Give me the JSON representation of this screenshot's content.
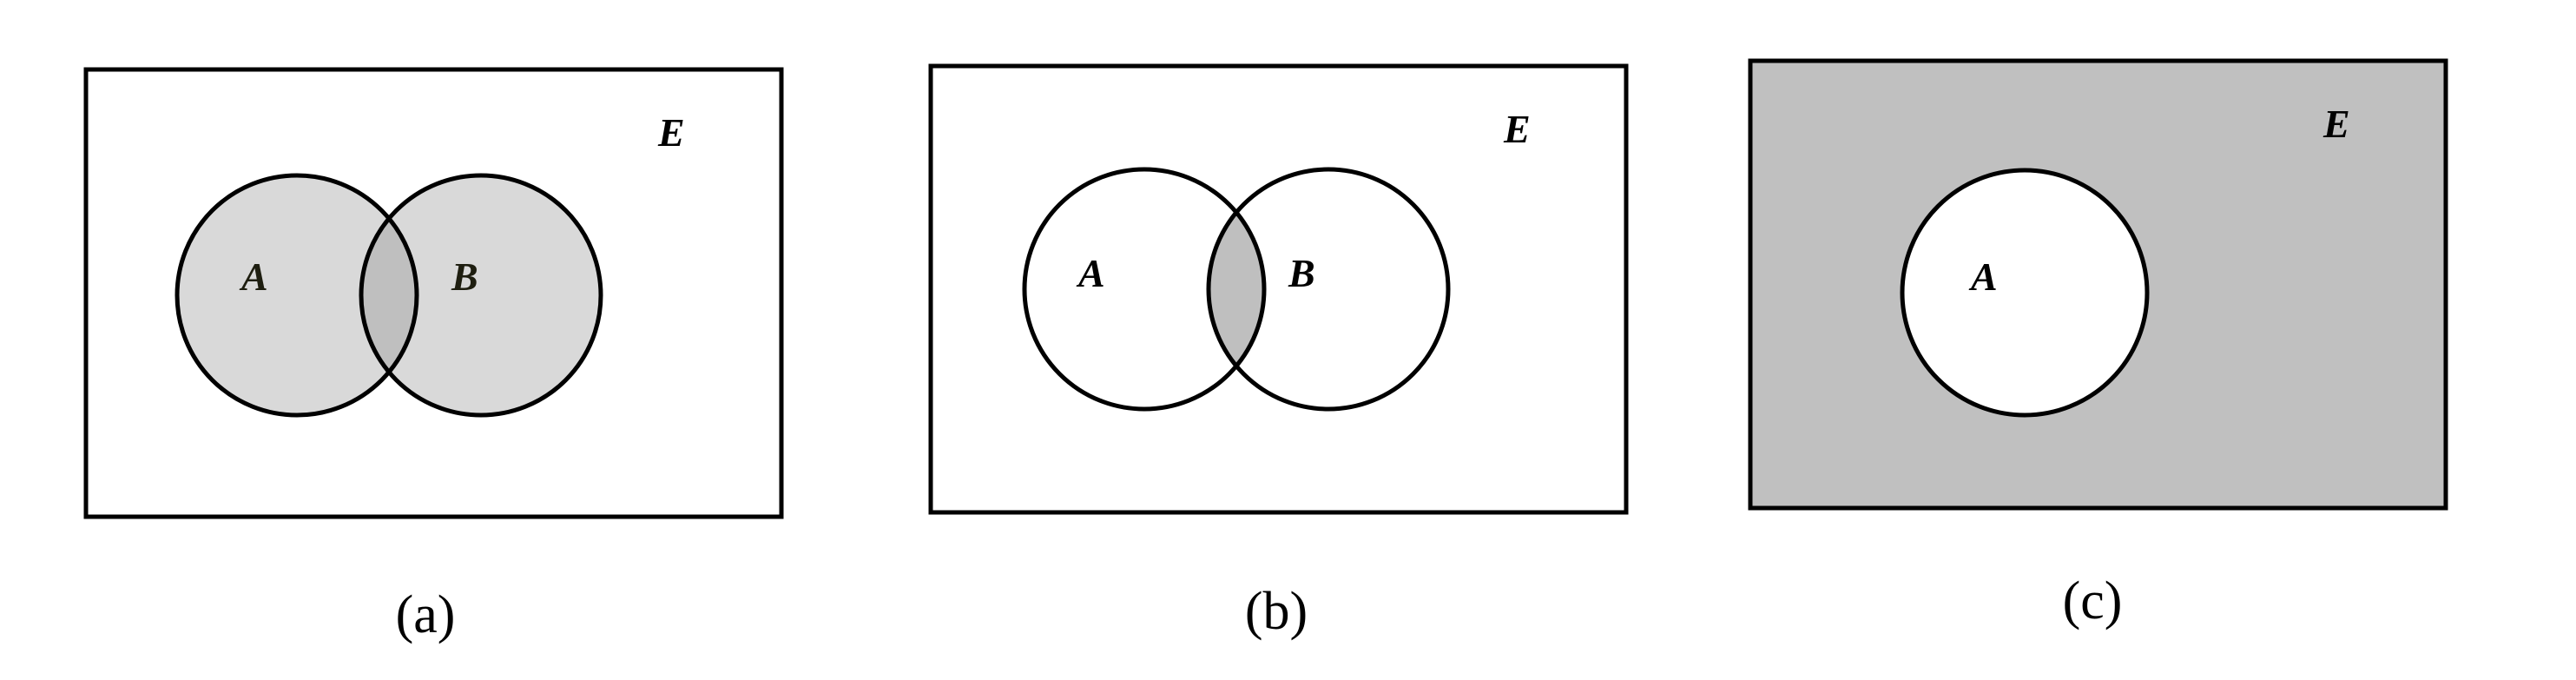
{
  "colors": {
    "background": "#ffffff",
    "stroke": "#000000",
    "union_fill": "#d9d9d9",
    "overlap_fill": "#bfbfbf",
    "complement_fill": "#c0c0c0",
    "label_dark": "#1e1e10"
  },
  "panels": [
    {
      "caption": "(a)",
      "universe_label": "E",
      "set_a_label": "A",
      "set_b_label": "B",
      "shaded": "A ∪ B"
    },
    {
      "caption": "(b)",
      "universe_label": "E",
      "set_a_label": "A",
      "set_b_label": "B",
      "shaded": "A ∩ B"
    },
    {
      "caption": "(c)",
      "universe_label": "E",
      "set_a_label": "A",
      "shaded": "complement of A"
    }
  ]
}
